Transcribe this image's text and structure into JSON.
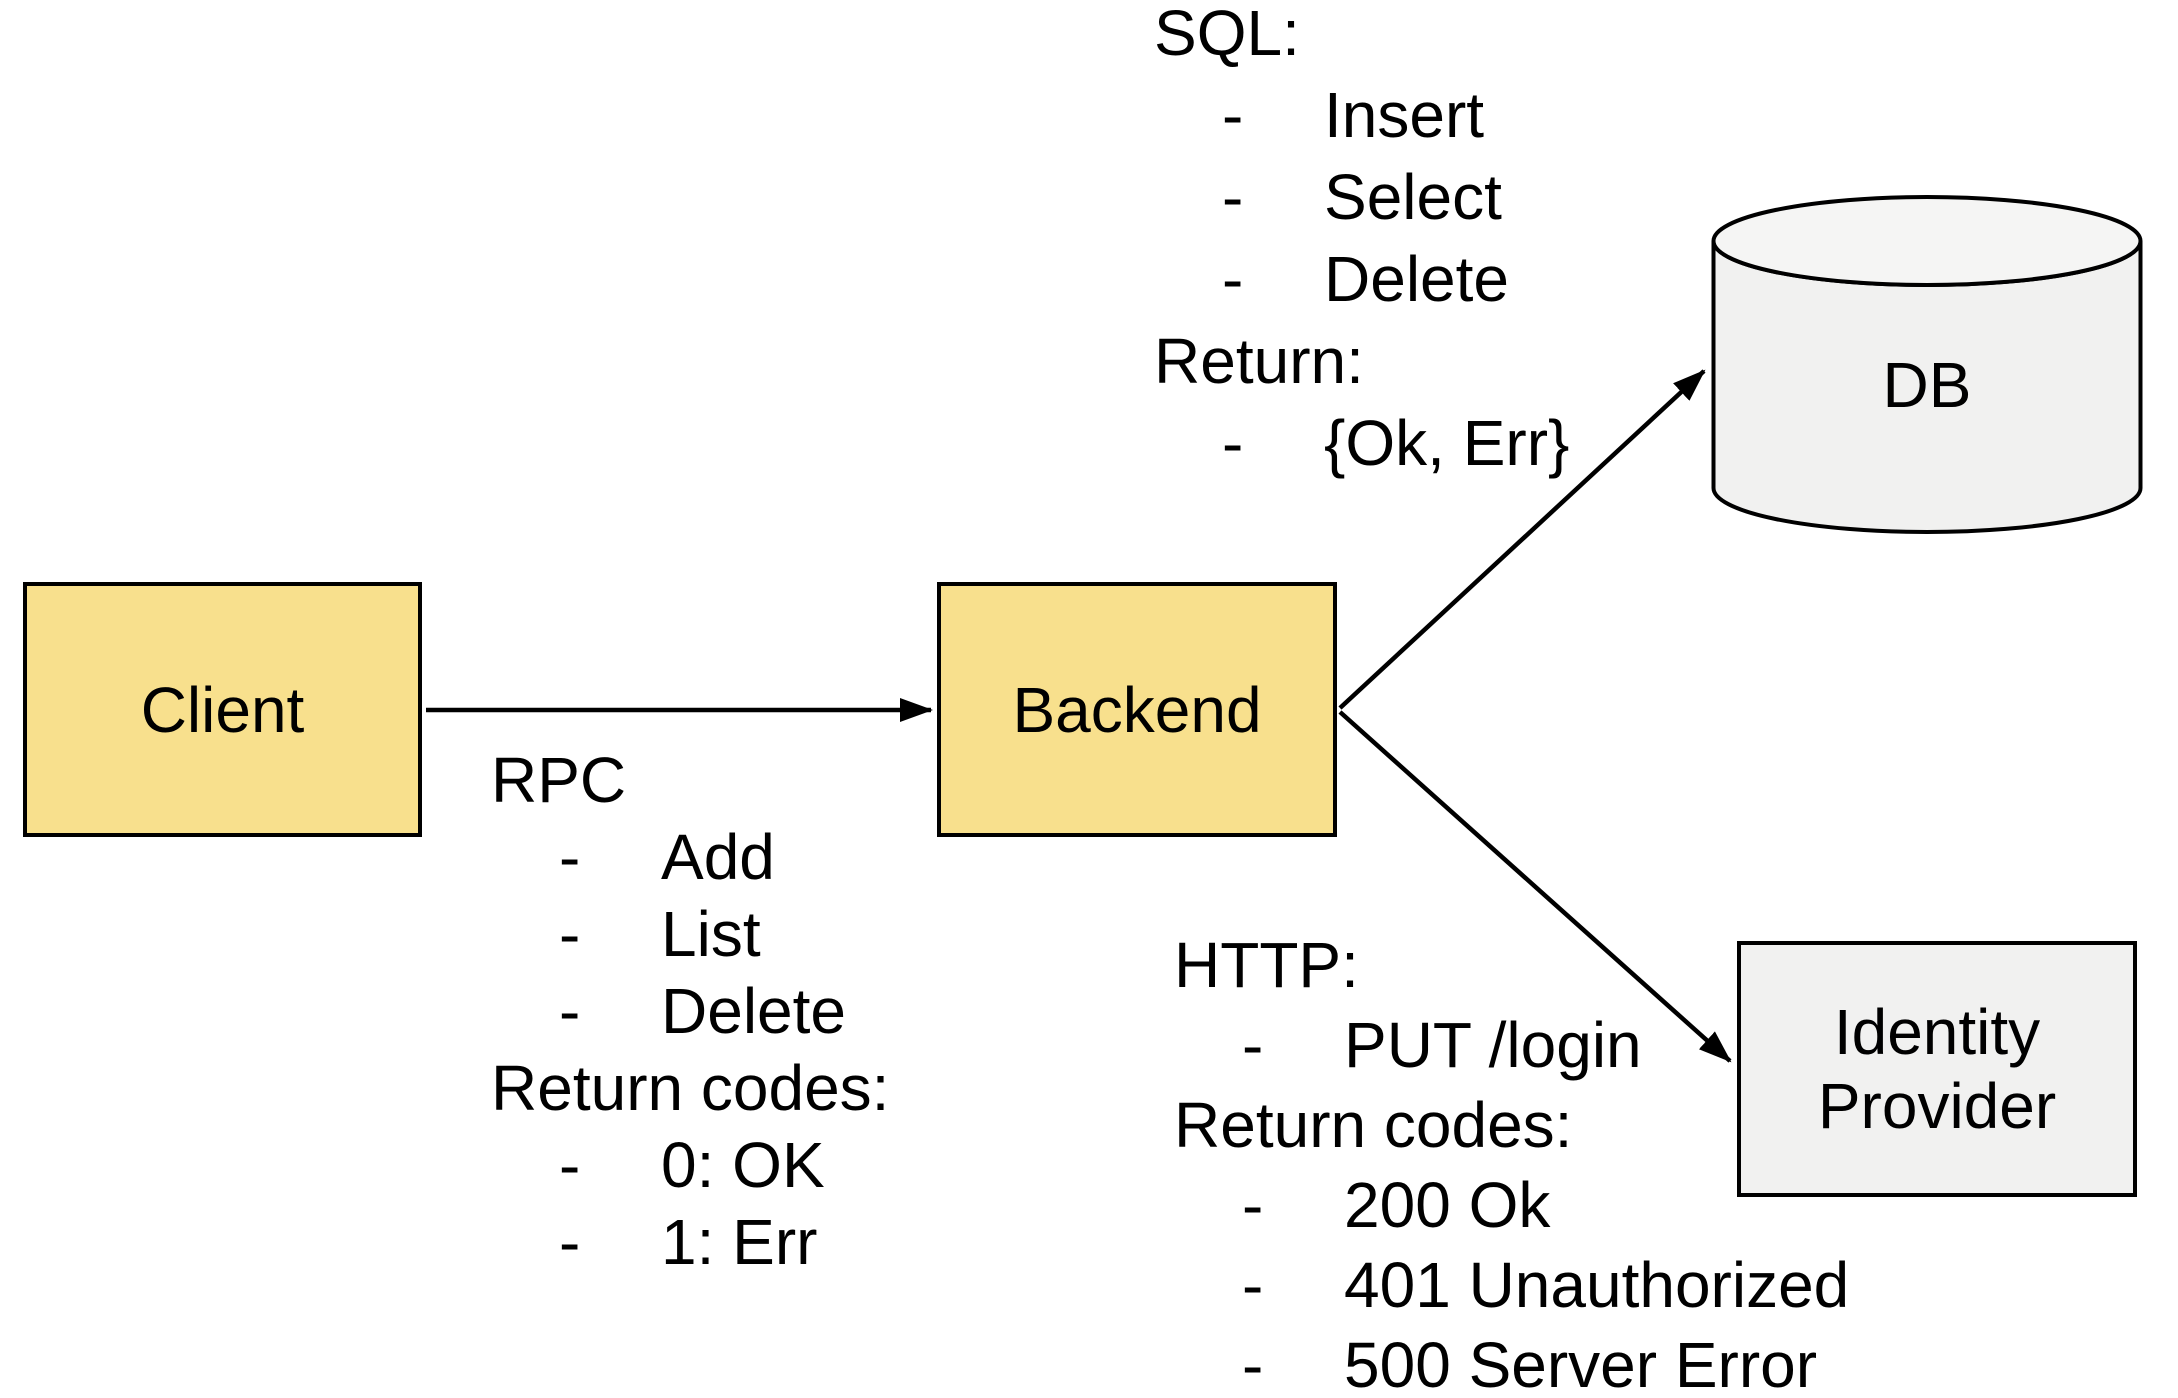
{
  "diagram_title": "client-backend-db-identity-provider-architecture",
  "colors": {
    "node_yellow_fill": "#f8e08d",
    "node_gray_fill": "#f1f1f0",
    "cylinder_top_fill": "#f5f5f4",
    "stroke": "#000000",
    "background": "#ffffff",
    "text": "#000000"
  },
  "nodes": {
    "client": {
      "label": "Client"
    },
    "backend": {
      "label": "Backend"
    },
    "db": {
      "label": "DB"
    },
    "identity_provider": {
      "label": "Identity Provider",
      "lines": [
        "Identity",
        "Provider"
      ]
    }
  },
  "edges": [
    {
      "from": "client",
      "to": "backend",
      "annotation": "rpc"
    },
    {
      "from": "backend",
      "to": "db",
      "annotation": "sql"
    },
    {
      "from": "backend",
      "to": "identity_provider",
      "annotation": "http"
    }
  ],
  "annotations": {
    "rpc": {
      "lines": [
        {
          "bullet": "",
          "text": "RPC"
        },
        {
          "bullet": "-",
          "text": "Add"
        },
        {
          "bullet": "-",
          "text": "List"
        },
        {
          "bullet": "-",
          "text": "Delete"
        },
        {
          "bullet": "",
          "text": "Return codes:"
        },
        {
          "bullet": "-",
          "text": "0: OK"
        },
        {
          "bullet": "-",
          "text": "1: Err"
        }
      ]
    },
    "sql": {
      "lines": [
        {
          "bullet": "",
          "text": "SQL:"
        },
        {
          "bullet": "-",
          "text": "Insert"
        },
        {
          "bullet": "-",
          "text": "Select"
        },
        {
          "bullet": "-",
          "text": "Delete"
        },
        {
          "bullet": "",
          "text": "Return:"
        },
        {
          "bullet": "-",
          "text": "{Ok, Err}"
        }
      ]
    },
    "http": {
      "lines": [
        {
          "bullet": "",
          "text": "HTTP:"
        },
        {
          "bullet": "-",
          "text": "PUT /login"
        },
        {
          "bullet": "",
          "text": "Return codes:"
        },
        {
          "bullet": "-",
          "text": "200 Ok"
        },
        {
          "bullet": "-",
          "text": "401 Unauthorized"
        },
        {
          "bullet": "-",
          "text": "500 Server Error"
        }
      ]
    }
  }
}
